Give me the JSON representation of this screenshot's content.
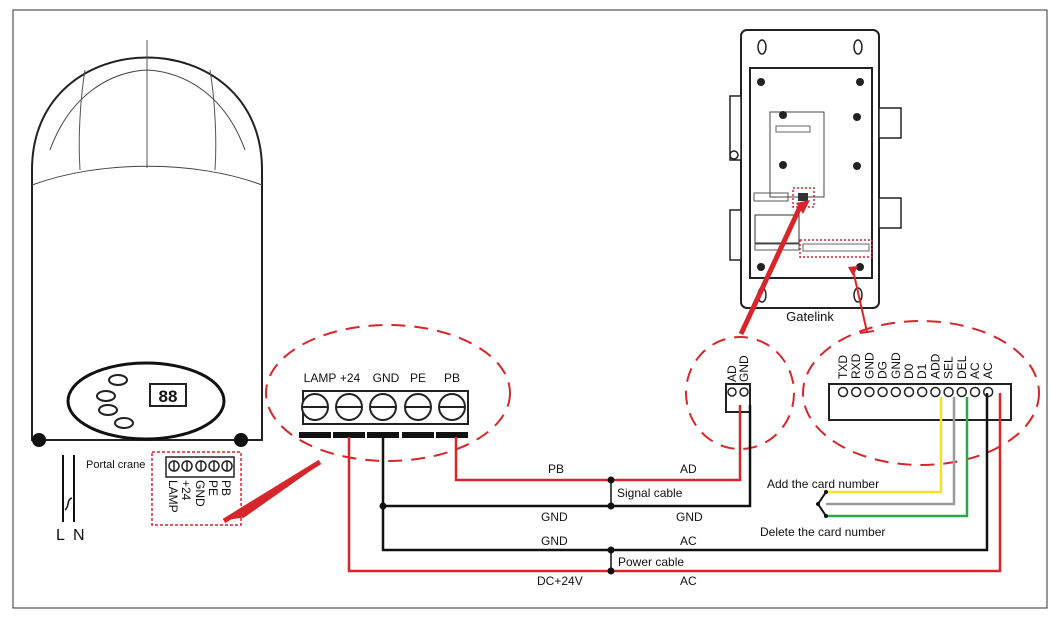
{
  "portal_crane": {
    "title": "Portal crane",
    "display": "88",
    "terminals": [
      "PB",
      "PE",
      "GND",
      "+24",
      "LAMP"
    ]
  },
  "main_terminal": {
    "labels": [
      "LAMP",
      "+24",
      "GND",
      "PE",
      "PB"
    ]
  },
  "power_input": {
    "l": "L",
    "n": "N"
  },
  "gatelink": {
    "title": "Gatelink"
  },
  "ad_connector": {
    "labels": [
      "GND",
      "AD"
    ]
  },
  "gatelink_terminal": {
    "labels": [
      "TXD",
      "RXD",
      "GND",
      "DG",
      "GND",
      "D0",
      "D1",
      "ADD",
      "SEL",
      "DEL",
      "AC",
      "AC"
    ]
  },
  "cables": {
    "pb": "PB",
    "ad": "AD",
    "signal": "Signal cable",
    "gnd_left": "GND",
    "gnd_right": "GND",
    "gnd2_left": "GND",
    "ac_upper": "AC",
    "power": "Power cable",
    "dc": "DC+24V",
    "ac_lower": "AC"
  },
  "buttons": {
    "add": "Add the card number",
    "delete": "Delete the card number"
  },
  "colors": {
    "red": "#d7262b",
    "black": "#111111",
    "yellow": "#f2e12b",
    "gray": "#9a9a9a",
    "green": "#2aa84a"
  }
}
